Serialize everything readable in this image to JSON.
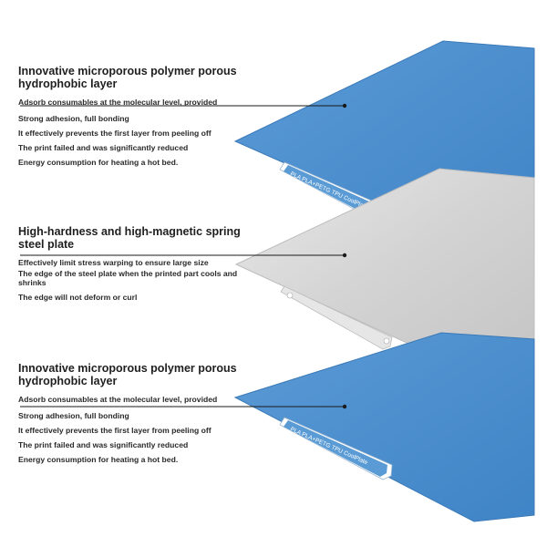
{
  "sections": [
    {
      "title": "Innovative microporous polymer porous hydrophobic layer",
      "lines": [
        "Adsorb consumables at the molecular level, provided",
        "Strong adhesion, full bonding",
        "It effectively prevents the first layer from peeling off",
        "The print failed and was significantly reduced",
        "Energy consumption for heating a hot bed."
      ]
    },
    {
      "title": "High-hardness and high-magnetic spring steel plate",
      "lines": [
        "Effectively limit stress warping to ensure large size",
        "The edge of the steel plate when the printed part cools and shrinks",
        "The edge will not deform or curl"
      ]
    },
    {
      "title": "Innovative microporous polymer porous hydrophobic layer",
      "lines": [
        "Adsorb consumables at the molecular level, provided",
        "Strong adhesion, full bonding",
        "It effectively prevents the first layer from peeling off",
        "The print failed and was significantly reduced",
        "Energy consumption for heating a hot bed."
      ]
    }
  ],
  "plate_labels": {
    "top": "PLA PLA+PETG TPU CoolPlate",
    "bottom": "PLA PLA+PETG TPU CoolPlate"
  },
  "colors": {
    "blue_plate": "#4a8fce",
    "blue_edge": "#3b7ab8",
    "steel_plate": "#d9d9d9",
    "steel_edge": "#bdbdbd",
    "leader_line": "#1a1a1a"
  }
}
